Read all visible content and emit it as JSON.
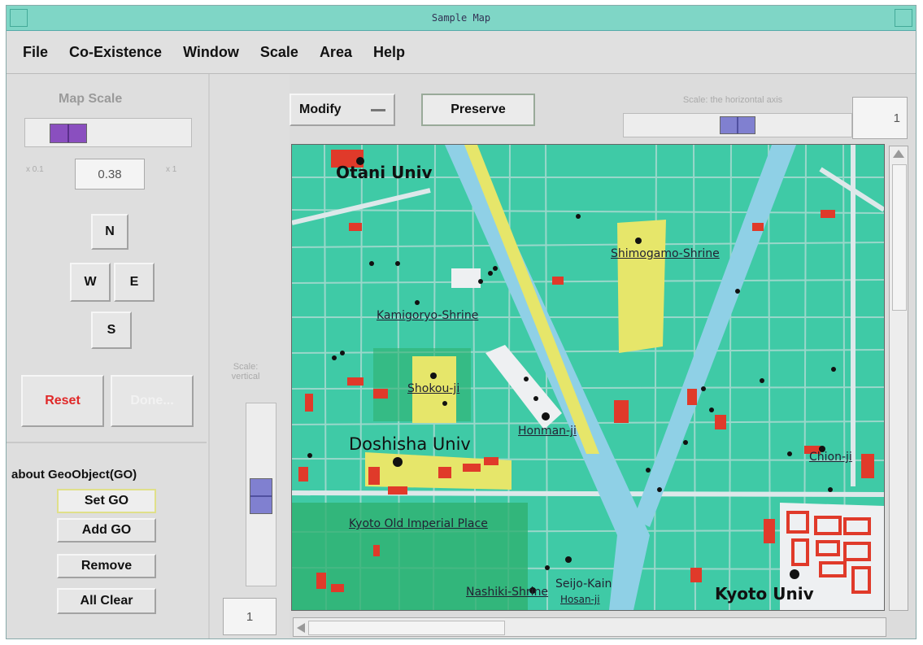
{
  "window": {
    "title": "Sample Map"
  },
  "menu": [
    "File",
    "Co-Existence",
    "Window",
    "Scale",
    "Area",
    "Help"
  ],
  "left_panel": {
    "map_scale_label": "Map Scale",
    "scale_min": "x 0.1",
    "scale_max": "x 1",
    "scale_value": "0.38",
    "directions": {
      "north": "N",
      "west": "W",
      "east": "E",
      "south": "S"
    },
    "reset_label": "Reset",
    "done_label": "Done...",
    "geo_section_title": "about GeoObject(GO)",
    "set_go_label": "Set GO",
    "add_go_label": "Add GO",
    "remove_label": "Remove",
    "all_clear_label": "All Clear"
  },
  "vertical_scale": {
    "label_line1": "Scale:",
    "label_line2": "vertical",
    "value": "1"
  },
  "toolbar": {
    "mode_value": "Modify",
    "preserve_label": "Preserve",
    "horizontal_scale_label": "Scale: the horizontal axis",
    "horizontal_scale_value": "1"
  },
  "map": {
    "labels": {
      "otani": "Otani Univ",
      "shimogamo": "Shimogamo-Shrine",
      "kamigoryo": "Kamigoryo-Shrine",
      "shokoku": "Shokou-ji",
      "honmanji": "Honman-ji",
      "doshisha": "Doshisha Univ",
      "chion": "Chion-ji",
      "imperial": "Kyoto Old Imperial Place",
      "nashiki": "Nashiki-Shrine",
      "seijo": "Seijo-Kain",
      "kyoto_univ": "Kyoto Univ",
      "extra": "Hosan-ji"
    }
  },
  "colors": {
    "titlebar": "#7fd6c6",
    "map_base": "#3fcaa6",
    "river": "#8fd0e6",
    "park_yellow": "#e6e66a",
    "building_red": "#e03a2a",
    "slider_thumb": "#8080d0",
    "reset_red": "#e02828"
  }
}
